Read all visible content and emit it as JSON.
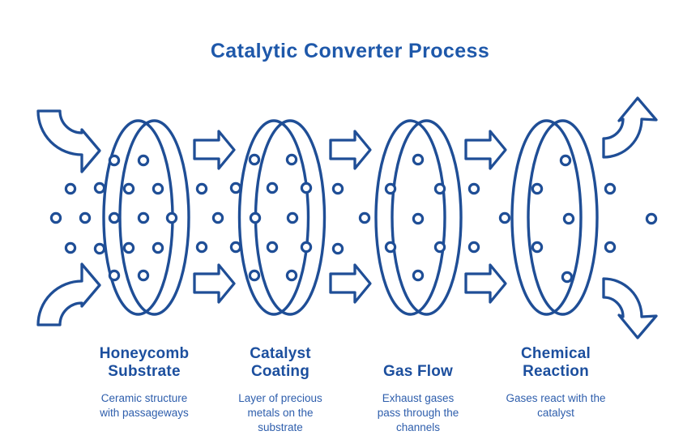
{
  "title": "Catalytic Converter Process",
  "colors": {
    "outline": "#1F4E96",
    "title": "#1E58AA",
    "heading": "#1C4F9E",
    "desc": "#2E5EAC",
    "bg": "#FFFFFF"
  },
  "stages": [
    {
      "name": "Honeycomb Substrate",
      "description": "Ceramic structure with passageways"
    },
    {
      "name": "Catalyst Coating",
      "description": "Layer of precious metals on the substrate"
    },
    {
      "name": "Gas Flow",
      "description": "Exhaust gases pass through the channels"
    },
    {
      "name": "Chemical Reaction",
      "description": "Gases react with the catalyst"
    }
  ],
  "icons": {
    "inlet_arrows": "curved-arrow-in",
    "outlet_arrows": "curved-arrow-out",
    "flow_arrows": "block-arrow-right",
    "particles": "gas-particle-circles",
    "stage_shape": "substrate-cylinder"
  }
}
